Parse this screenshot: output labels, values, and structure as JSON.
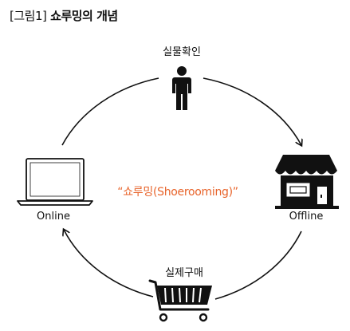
{
  "figure": {
    "tag": "[그림1]",
    "title": "쇼루밍의 개념"
  },
  "nodes": {
    "top": {
      "label": "실물확인",
      "icon": "person-icon"
    },
    "left": {
      "label": "Online",
      "icon": "laptop-icon"
    },
    "right": {
      "label": "Offline",
      "icon": "store-icon"
    },
    "bottom": {
      "label": "실제구매",
      "icon": "shopping-cart-icon"
    }
  },
  "center": {
    "text": "“쇼루밍(Shoerooming)”"
  },
  "colors": {
    "accent": "#e8642b",
    "line": "#111111"
  }
}
